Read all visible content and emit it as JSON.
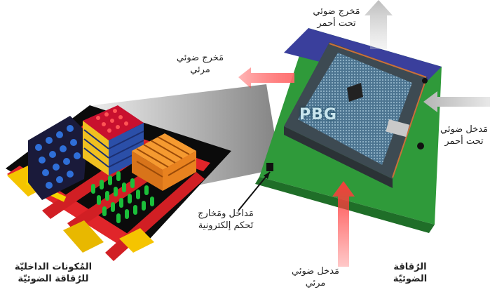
{
  "labels": {
    "ir_output": "مَخرج ضوئي\nتحت أحمر",
    "visible_output": "مَخرج ضوئي\nمرئي",
    "ir_input": "مَدخل ضوئي\nتحت أحمر",
    "electronic_io": "مَداخل ومَخارج\nتَحكم إلكترونية",
    "visible_input": "مَدخل ضوئي\nمرئي",
    "chip": "الرُقاقة\nالضوئيّة",
    "internal_components": "المُكونات الداخليّة\nللرُقاقة الضوئيّة",
    "pbg": "PBG"
  },
  "colors": {
    "board_green": "#2f9a3a",
    "chip_blue": "#2b5f87",
    "waveguide_red": "#e0252a",
    "cube_red": "#c8102e",
    "cube_orange": "#f08a1c",
    "pillar_blue": "#2f6fd8",
    "pillar_green": "#1bbf3a",
    "arrow_red": "#f04a4a",
    "arrow_gray": "#c8c8c8"
  }
}
